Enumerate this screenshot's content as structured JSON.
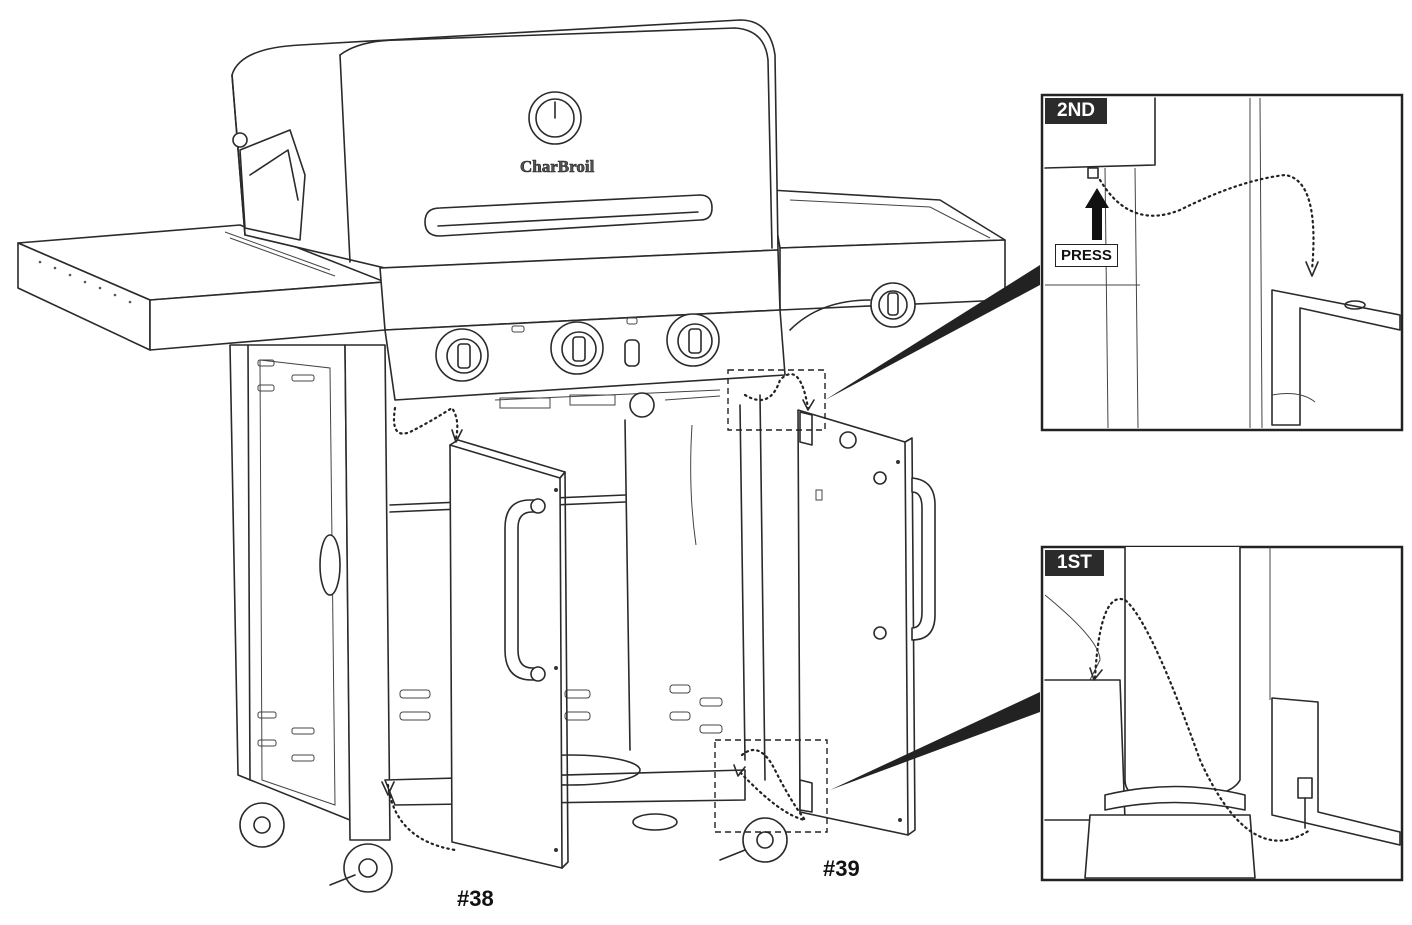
{
  "labels": {
    "part_left": "#38",
    "part_right": "#39",
    "step_top": "2ND",
    "step_bottom": "1ST",
    "press": "PRESS"
  }
}
